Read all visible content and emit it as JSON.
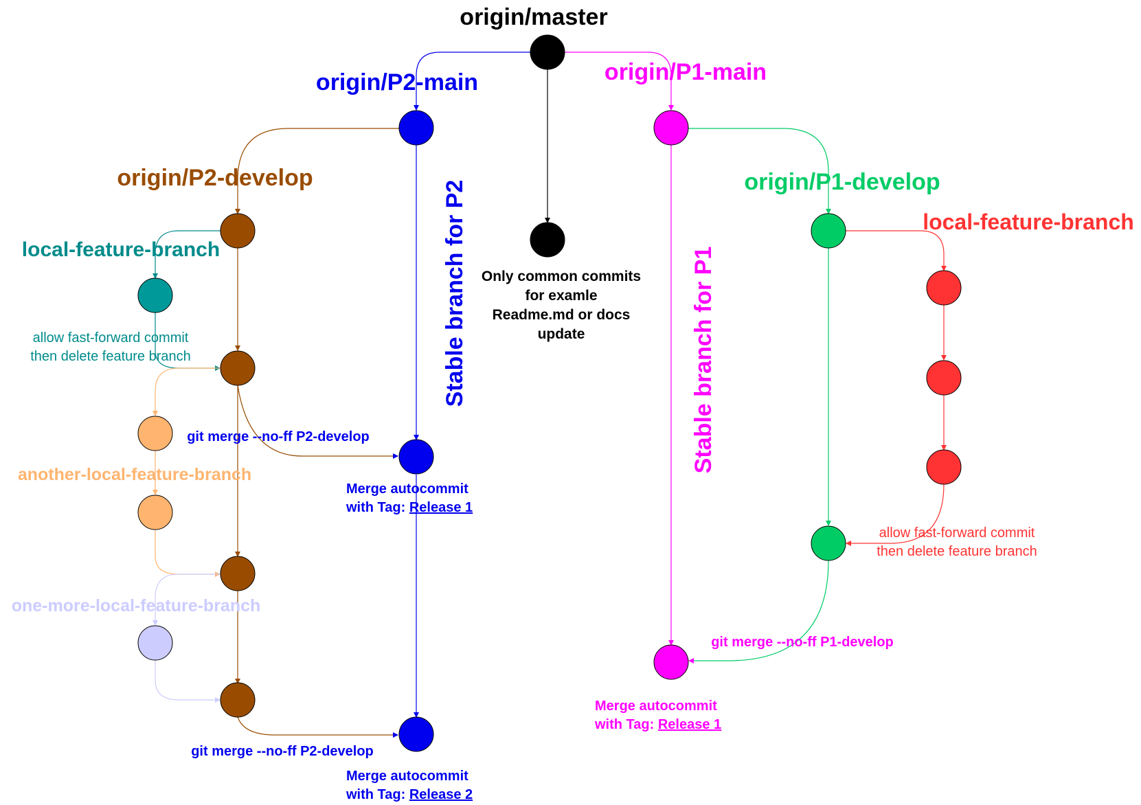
{
  "colors": {
    "master": "#000000",
    "p2_main": "#0000ee",
    "p2_develop": "#994c00",
    "p2_feature": "#008b8b",
    "p2_feature_fill": "#009999",
    "p2_another": "#ffb570",
    "p2_one_more": "#ccccff",
    "p1_main": "#ff00ff",
    "p1_develop": "#00cc66",
    "p1_feature": "#ff3333"
  },
  "branches": {
    "master": "origin/master",
    "p2_main": "origin/P2-main",
    "p2_develop": "origin/P2-develop",
    "p2_local_feature": "local-feature-branch",
    "p2_another_feature": "another-local-feature-branch",
    "p2_one_more_feature": "one-more-local-feature-branch",
    "p1_main": "origin/P1-main",
    "p1_develop": "origin/P1-develop",
    "p1_local_feature": "local-feature-branch"
  },
  "master_note": {
    "line1": "Only common commits",
    "line2": "for examle",
    "line3": "Readme.md or docs",
    "line4": "update"
  },
  "stable": {
    "p2": "Stable branch for P2",
    "p1": "Stable branch for P1"
  },
  "p2": {
    "ff_note_line1": "allow fast-forward commit",
    "ff_note_line2": "then delete feature branch",
    "merge1_cmd": "git merge --no-ff P2-develop",
    "merge1_note_line1": "Merge autocommit",
    "merge1_note_prefix": "with Tag: ",
    "merge1_tag": "Release 1",
    "merge2_cmd": "git merge --no-ff P2-develop",
    "merge2_note_line1": "Merge autocommit",
    "merge2_note_prefix": "with Tag: ",
    "merge2_tag": "Release 2"
  },
  "p1": {
    "ff_note_line1": "allow fast-forward commit",
    "ff_note_line2": "then delete feature branch",
    "merge_cmd": "git merge --no-ff P1-develop",
    "merge_note_line1": "Merge autocommit",
    "merge_note_prefix": "with Tag: ",
    "merge_tag": "Release 1"
  }
}
